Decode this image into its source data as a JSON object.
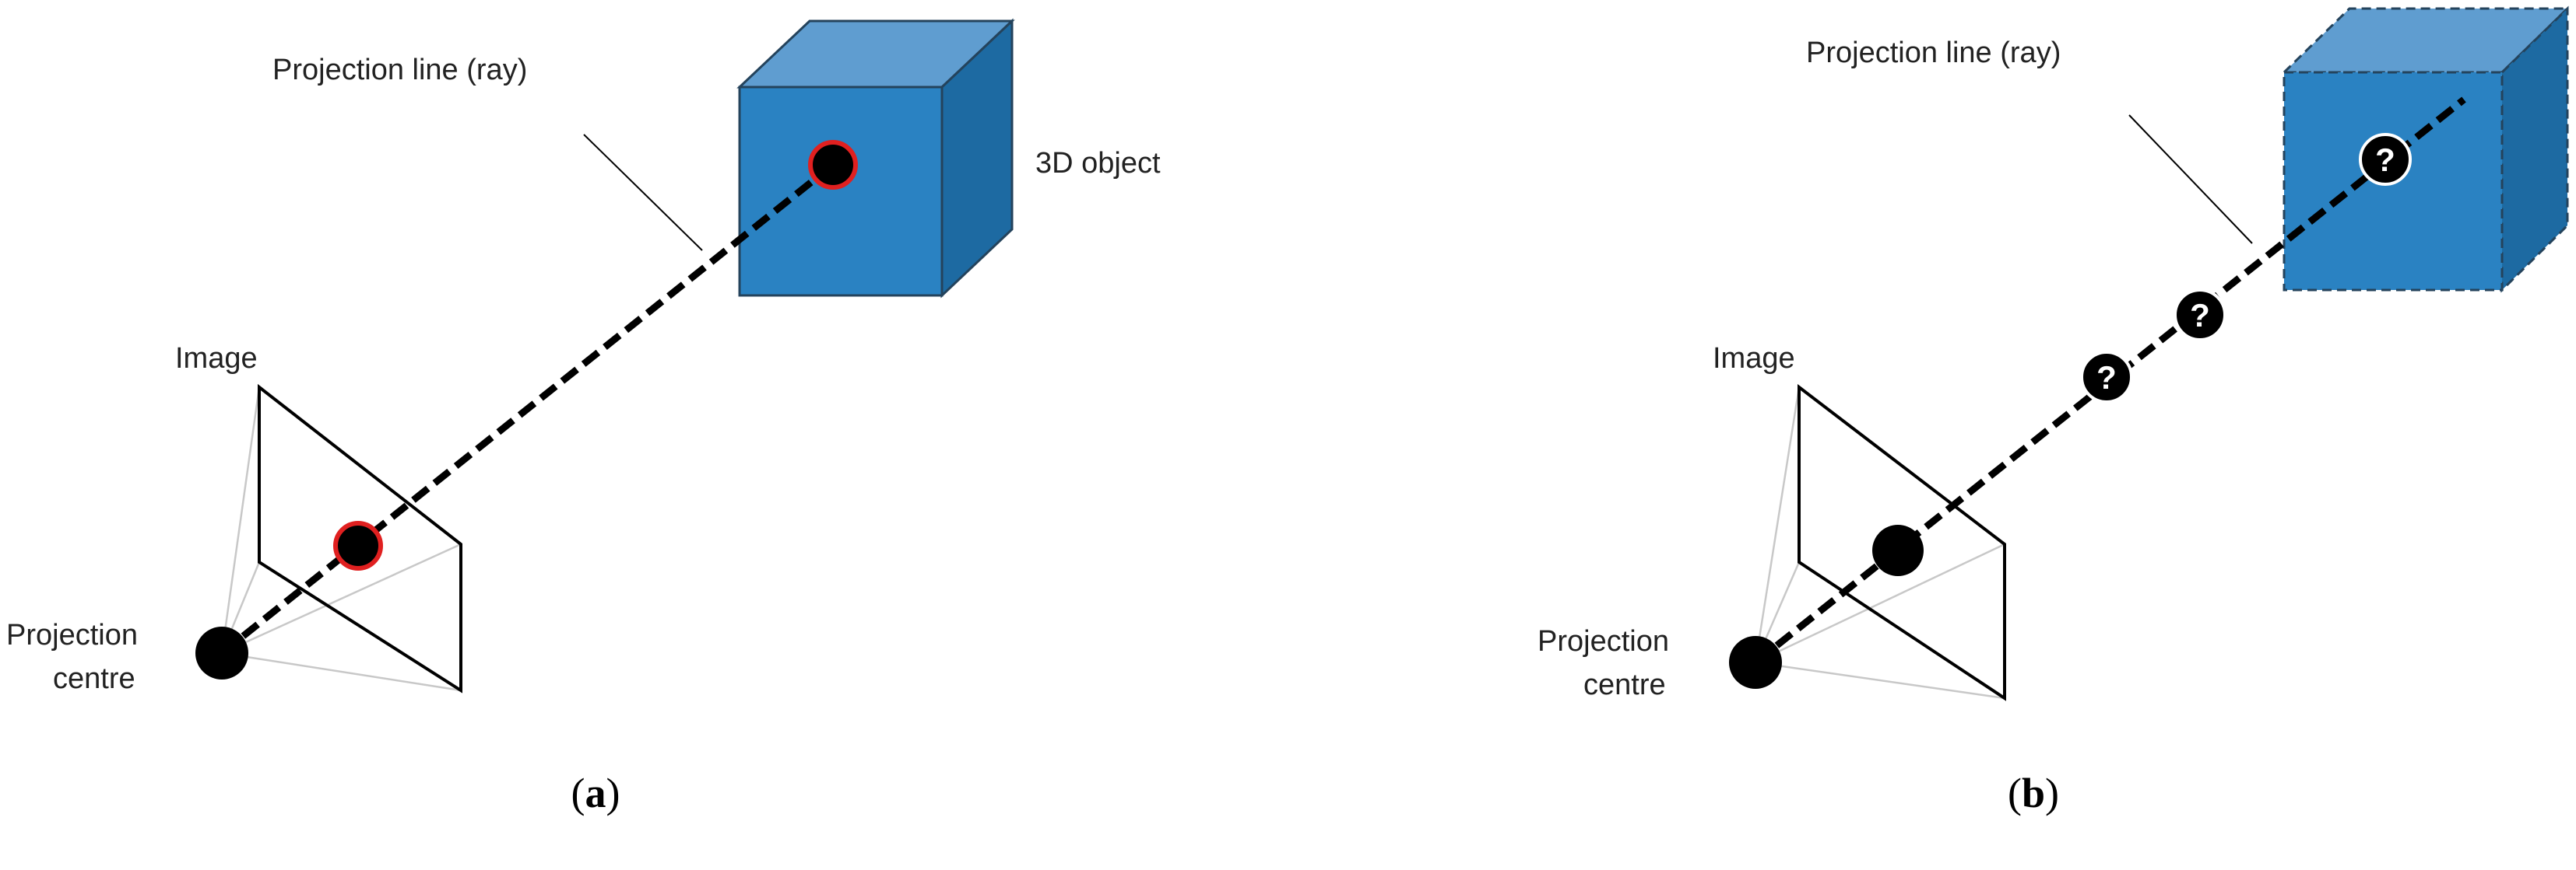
{
  "panel_a": {
    "ray_label": "Projection line (ray)",
    "object_label": "3D object",
    "image_label": "Image",
    "centre_label_1": "Projection",
    "centre_label_2": "centre",
    "caption_open": "(",
    "caption_letter": "a",
    "caption_close": ")"
  },
  "panel_b": {
    "ray_label": "Projection line (ray)",
    "image_label": "Image",
    "centre_label_1": "Projection",
    "centre_label_2": "centre",
    "unknown_symbol": "?",
    "caption_open": "(",
    "caption_letter": "b",
    "caption_close": ")"
  },
  "colors": {
    "cube_front": "#2a82c2",
    "cube_top": "#5f9dd0",
    "cube_side": "#1d6aa2",
    "cube_edge": "#24435c",
    "point_fill": "#000000",
    "point_ring": "#e02020",
    "frustum_line": "#c8c8c8"
  }
}
